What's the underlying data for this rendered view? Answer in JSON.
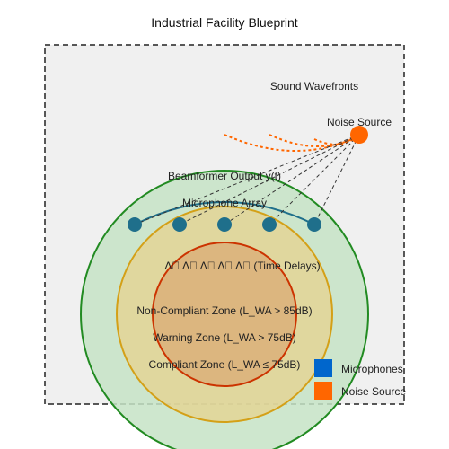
{
  "title": "Industrial Facility Blueprint",
  "labels": {
    "sound_wavefronts": "Sound Wavefronts",
    "noise_source": "Noise Source",
    "beamformer_output": "Beamformer Output y(t)",
    "microphone_array": "Microphone Array",
    "time_delays": "Δ\u0000 Δ\u0000 Δ\u0000 Δ\u0000 Δ\u0000 (Time Delays)",
    "non_compliant_zone": "Non-Compliant Zone (L_WA > 85dB)",
    "warning_zone": "Warning Zone (L_WA > 75dB)",
    "compliant_zone": "Compliant Zone (L_WA ≤ 75dB)"
  },
  "legend": [
    {
      "label": "Microphones",
      "color": "#0066cc"
    },
    {
      "label": "Noise Source",
      "color": "#ff6600"
    }
  ],
  "colors": {
    "facility_fill": "#f0f0f0",
    "compliant_fill": "#c5e3c5",
    "compliant_stroke": "#228b22",
    "warning_fill": "#e8d28a",
    "warning_stroke": "#d4a017",
    "noncompliant_fill": "#d9a06a",
    "noncompliant_stroke": "#cc3300",
    "mic": "#1f6f8b",
    "array_arc": "#1f6f8b",
    "noise": "#ff6600"
  },
  "microphone_count": 5
}
